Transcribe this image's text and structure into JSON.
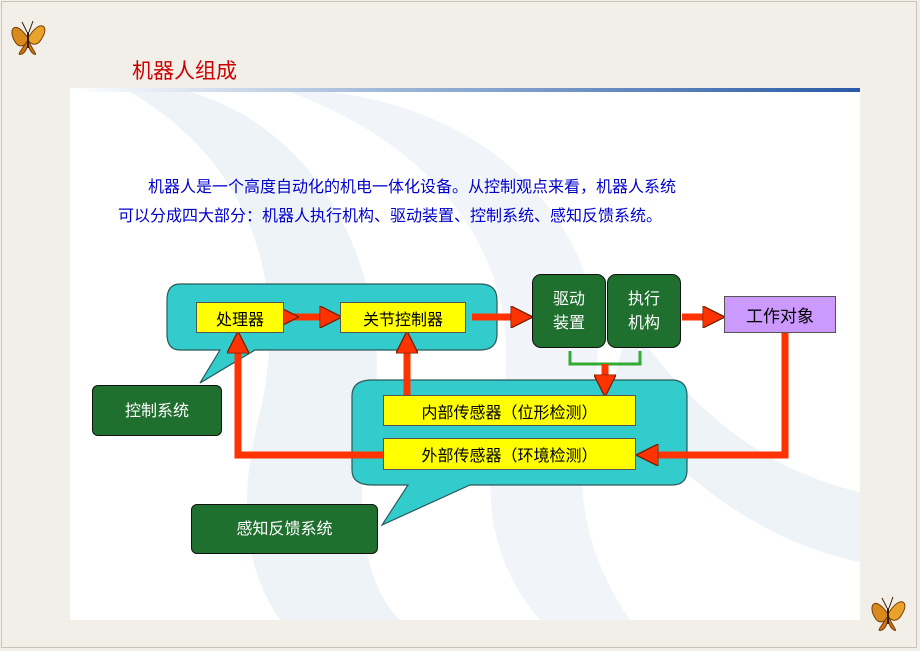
{
  "title": "机器人组成",
  "intro": {
    "line1": "机器人是一个高度自动化的机电一体化设备。从控制观点来看，机器人系统",
    "line2": "可以分成四大部分：机器人执行机构、驱动装置、控制系统、感知反馈系统。"
  },
  "diagram": {
    "processor": "处理器",
    "joint_controller": "关节控制器",
    "drive": "驱动\n装置",
    "actuator": "执行\n机构",
    "work_object": "工作对象",
    "internal_sensor": "内部传感器（位形检测）",
    "external_sensor": "外部传感器（环境检测）",
    "control_system": "控制系统",
    "feedback_system": "感知反馈系统"
  },
  "colors": {
    "title": "#cc0000",
    "intro_text": "#0000cc",
    "callout": "#33cccc",
    "arrow": "#ff3300",
    "yellow_box": "#ffff00",
    "green_box": "#1f6f2e",
    "purple_box": "#cc99ff"
  },
  "decor": [
    "butterfly-top-left",
    "butterfly-bottom-right"
  ]
}
